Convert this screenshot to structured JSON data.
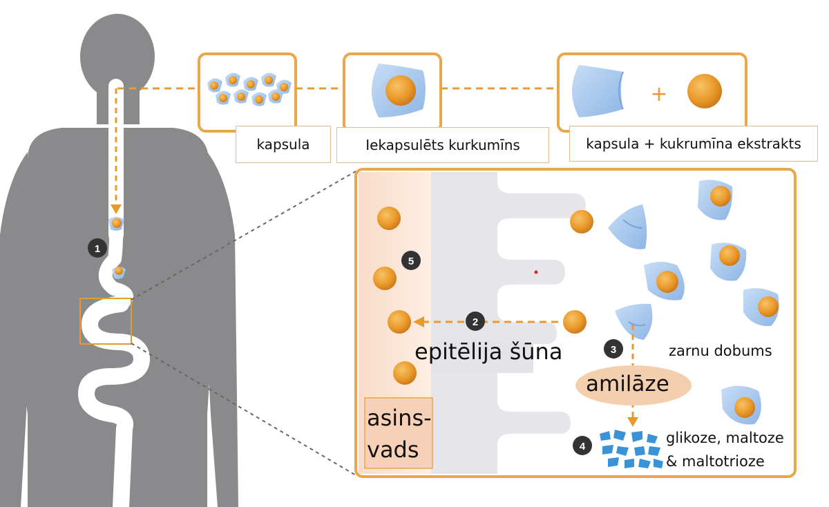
{
  "labels": {
    "capsule": "kapsula",
    "encapsulated": "Iekapsulēts kurkumīns",
    "capsule_plus_extract": "kapsula + kukrumīna ekstrakts",
    "plus": "+",
    "epithelial_cell": "epitēlija šūna",
    "intestinal_lumen": "zarnu dobums",
    "amylase": "amilāze",
    "sugars_line1": "glikoze, maltoze",
    "sugars_line2": "& maltotrioze",
    "blood_vessel_line1": "asins-",
    "blood_vessel_line2": "vads"
  },
  "steps": [
    "1",
    "2",
    "3",
    "4",
    "5"
  ],
  "colors": {
    "body": "#8a8a8c",
    "orange": "#e99a2c",
    "capsule_blue": "#a9c9ee",
    "box_border": "#eaa64a",
    "vessel_bg": "#fbe3d2",
    "epithelium": "#e6e6ea",
    "step_circle": "#333333",
    "amylase_bg": "#f4cfae",
    "sugar_blue": "#3a93d6"
  }
}
